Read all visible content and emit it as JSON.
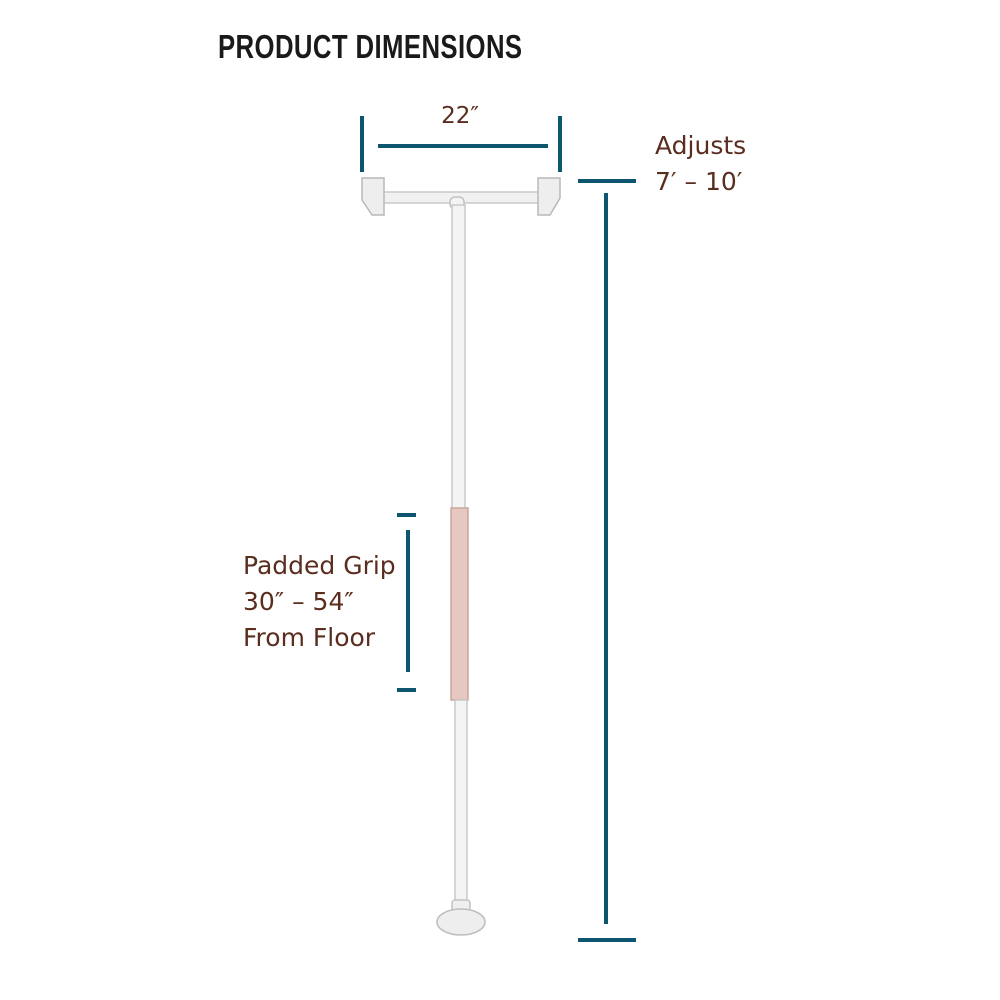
{
  "title": "PRODUCT DIMENSIONS",
  "dimensions": {
    "width_label": "22″",
    "height_line1": "Adjusts",
    "height_line2": "7′ – 10′",
    "grip_line1": "Padded Grip",
    "grip_line2": "30″ – 54″",
    "grip_line3": "From Floor"
  },
  "colors": {
    "dimension_line": "#0e5670",
    "label_text": "#5a2d1f",
    "pole": "#f1f1f1",
    "pole_outline": "#c9c9c9",
    "grip": "#e6c8c0"
  }
}
